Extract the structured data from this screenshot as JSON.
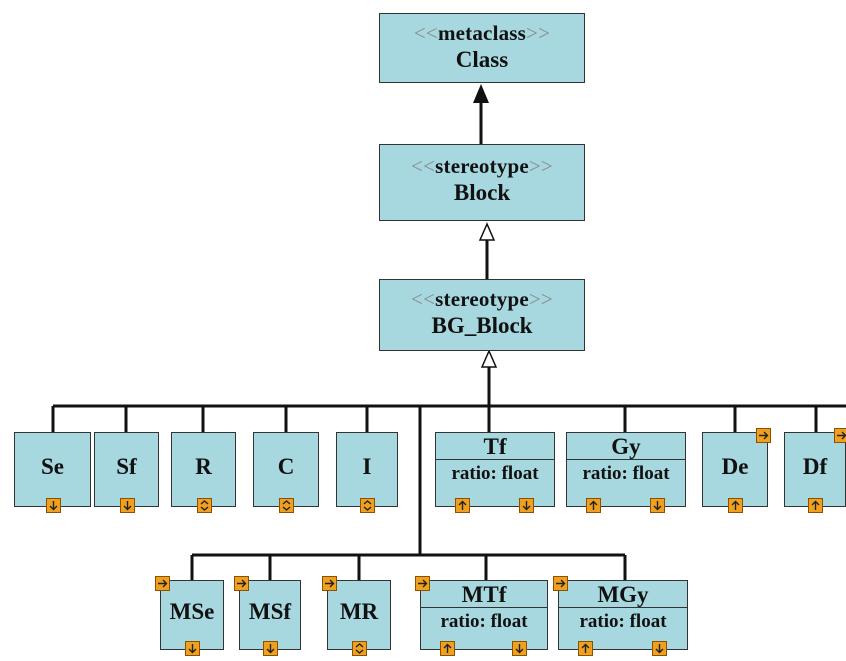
{
  "top": {
    "metaclass": {
      "stereotype": "metaclass",
      "name": "Class"
    },
    "block": {
      "stereotype": "stereotype",
      "name": "Block"
    },
    "bg_block": {
      "stereotype": "stereotype",
      "name": "BG_Block"
    }
  },
  "row1": [
    {
      "name": "Se",
      "attr": "",
      "ports": [
        "out"
      ]
    },
    {
      "name": "Sf",
      "attr": "",
      "ports": [
        "out"
      ]
    },
    {
      "name": "R",
      "attr": "",
      "ports": [
        "bi"
      ]
    },
    {
      "name": "C",
      "attr": "",
      "ports": [
        "bi"
      ]
    },
    {
      "name": "I",
      "attr": "",
      "ports": [
        "bi"
      ]
    },
    {
      "name": "Tf",
      "attr": "ratio: float",
      "ports": [
        "in",
        "out"
      ]
    },
    {
      "name": "Gy",
      "attr": "ratio: float",
      "ports": [
        "in",
        "out"
      ]
    },
    {
      "name": "De",
      "attr": "",
      "ports": [
        "in"
      ],
      "side_port": true
    },
    {
      "name": "Df",
      "attr": "",
      "ports": [
        "in"
      ],
      "side_port": true
    }
  ],
  "row2": [
    {
      "name": "MSe",
      "attr": "",
      "ports": [
        "out"
      ],
      "side_port": true
    },
    {
      "name": "MSf",
      "attr": "",
      "ports": [
        "out"
      ],
      "side_port": true
    },
    {
      "name": "MR",
      "attr": "",
      "ports": [
        "bi"
      ],
      "side_port": true
    },
    {
      "name": "MTf",
      "attr": "ratio: float",
      "ports": [
        "in",
        "out"
      ],
      "side_port": true
    },
    {
      "name": "MGy",
      "attr": "ratio: float",
      "ports": [
        "in",
        "out"
      ],
      "side_port": true
    }
  ],
  "colors": {
    "box_fill": "#a7d7df",
    "port_fill": "#f0a020",
    "line": "#111111"
  }
}
